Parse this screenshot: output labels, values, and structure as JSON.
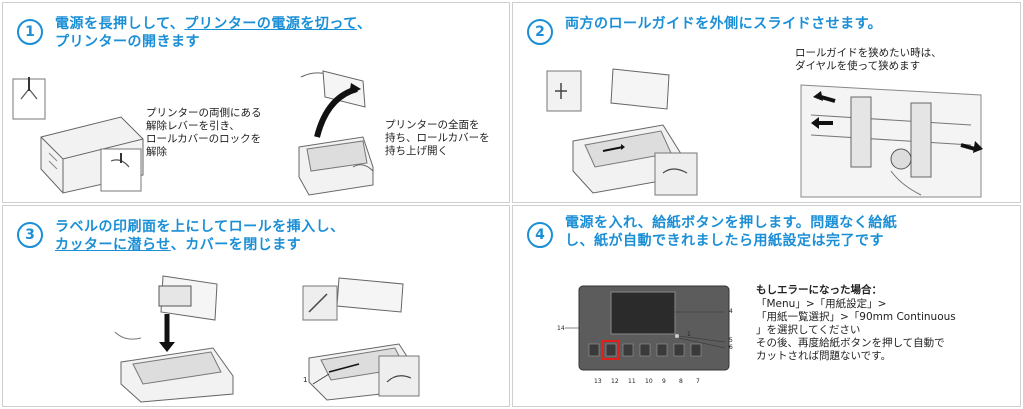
{
  "step1": {
    "number": "1",
    "title_line1_a": "電源を長押しして、",
    "title_line1_b": "プリンターの電源を切って",
    "title_line1_c": "、",
    "title_line2": "プリンターの開きます",
    "caption_left": [
      "プリンターの両側にある",
      "解除レバーを引き、",
      "ロールカバーのロックを",
      "解除"
    ],
    "caption_right": [
      "プリンターの全面を",
      "持ち、ロールカバーを",
      "持ち上げ開く"
    ]
  },
  "step2": {
    "number": "2",
    "title": "両方のロールガイドを外側にスライドさせます。",
    "caption": [
      "ロールガイドを狭めたい時は、",
      "ダイヤルを使って狭めます"
    ]
  },
  "step3": {
    "number": "3",
    "title_line1": "ラベルの印刷面を上にしてロールを挿入し、",
    "title_line2_a": "カッターに潜らせ",
    "title_line2_b": "、カバーを閉じます",
    "callout": "1"
  },
  "step4": {
    "number": "4",
    "title_line1": "電源を入れ、給紙ボタンを押します。問題なく給紙",
    "title_line2": "し、紙が自動できれましたら用紙設定は完了です",
    "error_heading": "もしエラーになった場合：",
    "error_lines": [
      "「Menu」>「用紙設定」>",
      "「用紙一覧選択」>「90mm Continuous",
      "」を選択してください",
      "その後、再度給紙ボタンを押して自動で",
      "カットされば問題ないです。"
    ],
    "panel_labels": {
      "l4": "4",
      "l5": "5",
      "l6": "6",
      "l14": "14",
      "l1": "1",
      "b13": "13",
      "b12": "12",
      "b11": "11",
      "b10": "10",
      "b9": "9",
      "b8": "8",
      "b7": "7"
    },
    "highlight_color": "#e0201b"
  },
  "colors": {
    "accent": "#1a8fd6",
    "border": "#cfcfcf"
  }
}
